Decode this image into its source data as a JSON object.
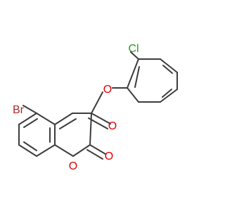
{
  "molecule": {
    "atoms": {
      "chlorine": {
        "label": "Cl",
        "color": "#1ea01e"
      },
      "bromine": {
        "label": "Br",
        "color": "#a52a2a"
      },
      "ester_oxygen": {
        "label": "O",
        "color": "#e00000"
      },
      "carbonyl_oxygen": {
        "label": "O",
        "color": "#e00000"
      },
      "ring_oxygen": {
        "label": "O",
        "color": "#e00000"
      },
      "lactone_oxygen": {
        "label": "O",
        "color": "#e00000"
      }
    },
    "bond_color": "#3c3c3c"
  }
}
